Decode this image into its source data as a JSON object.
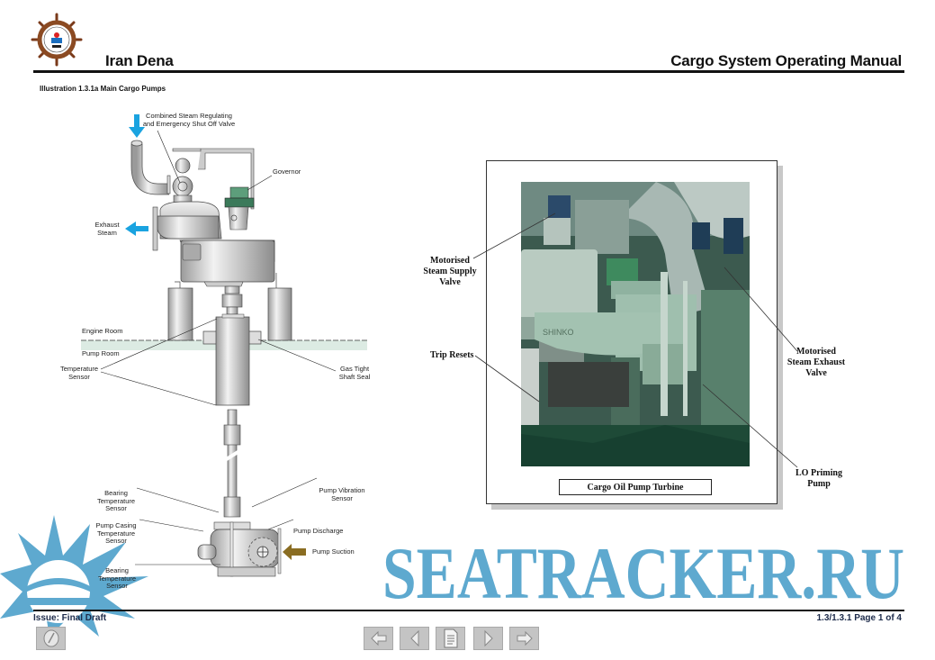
{
  "header": {
    "company": "Iran Dena",
    "manual_title": "Cargo System Operating Manual",
    "logo_icon": "ship-wheel-logo"
  },
  "illustration": {
    "title": "Illustration 1.3.1a Main Cargo Pumps",
    "diagram_labels": {
      "steam_valve": [
        "Combined Steam Regulating",
        "and Emergency Shut Off Valve"
      ],
      "governor": "Governor",
      "exhaust_steam": [
        "Exhaust",
        "Steam"
      ],
      "engine_room": "Engine Room",
      "pump_room": "Pump Room",
      "temperature_sensor": [
        "Temperature",
        "Sensor"
      ],
      "gas_tight_seal": [
        "Gas Tight",
        "Shaft Seal"
      ],
      "pump_vibration_sensor": [
        "Pump Vibration",
        "Sensor"
      ],
      "bearing_temp_sensor_upper": [
        "Bearing",
        "Temperature",
        "Sensor"
      ],
      "pump_casing_temp_sensor": [
        "Pump Casing",
        "Temperature",
        "Sensor"
      ],
      "pump_discharge": "Pump Discharge",
      "pump_suction": "Pump Suction",
      "bearing_temp_sensor_lower": [
        "Bearing",
        "Temperature",
        "Sensor"
      ]
    },
    "colors": {
      "steam_arrow": "#1aa3e0",
      "suction_arrow": "#8a6d22",
      "floor": "#dcebe3"
    }
  },
  "photo": {
    "caption": "Cargo Oil Pump Turbine",
    "nameplate": "SHINKO",
    "labels": {
      "supply_valve": [
        "Motorised",
        "Steam Supply",
        "Valve"
      ],
      "trip_resets": "Trip Resets",
      "exhaust_valve": [
        "Motorised",
        "Steam Exhaust",
        "Valve"
      ],
      "lo_priming_pump": [
        "LO Priming",
        "Pump"
      ]
    }
  },
  "footer": {
    "issue": "Issue: Final Draft",
    "page_ref": "1.3/1.3.1 Page 1 of 4"
  },
  "watermark": {
    "text": "SEATRACKER.RU",
    "color": "#5ea9cf"
  },
  "navigation": {
    "buttons": [
      "first-page",
      "previous-page",
      "contents",
      "next-page",
      "last-page"
    ],
    "back_button": "back"
  }
}
